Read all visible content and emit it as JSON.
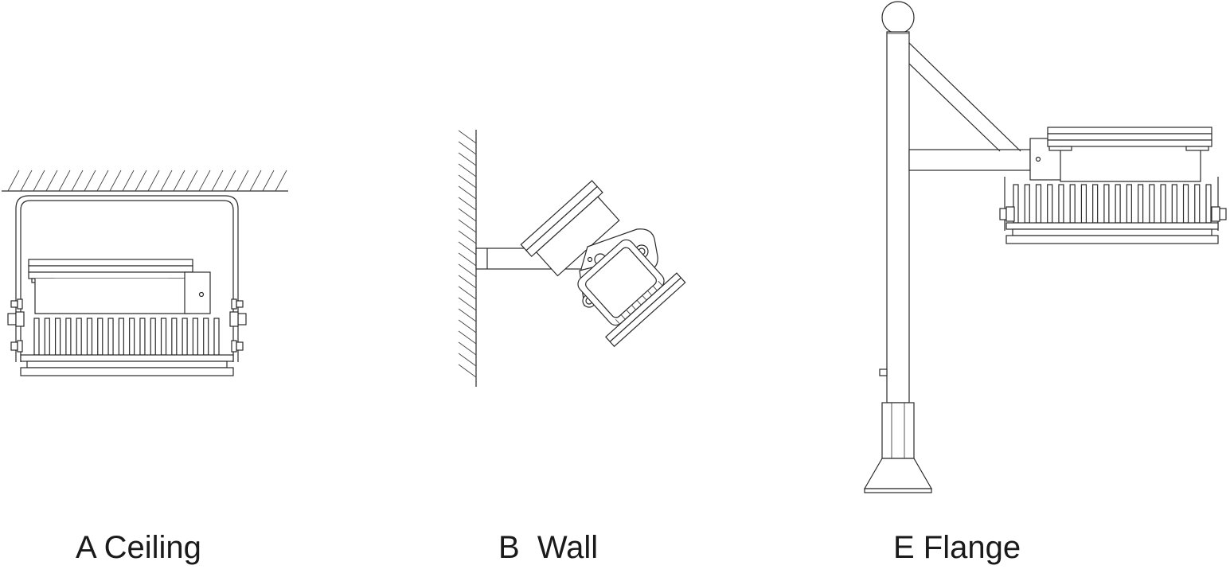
{
  "mounting_options": [
    {
      "id": "A",
      "label": "A Ceiling"
    },
    {
      "id": "B",
      "label": "B  Wall"
    },
    {
      "id": "E",
      "label": "E Flange"
    }
  ],
  "line_color": "#2a2a2a",
  "background": "#ffffff"
}
